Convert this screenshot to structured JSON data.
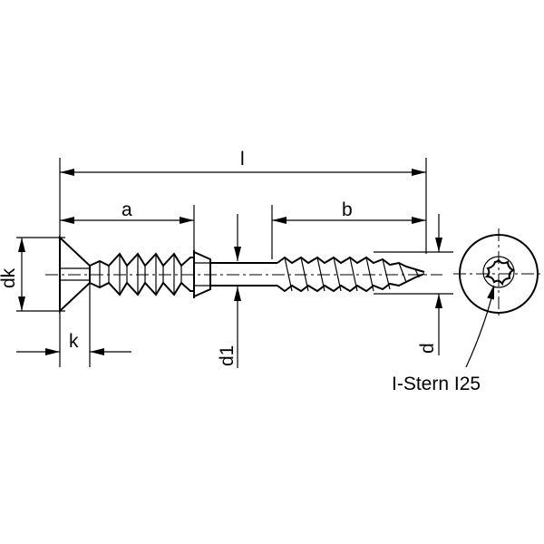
{
  "labels": {
    "l": "l",
    "a": "a",
    "b": "b",
    "dk": "dk",
    "k": "k",
    "d1": "d1",
    "d": "d",
    "drive": "I-Stern I25"
  },
  "icons": {
    "screw_side": "countersunk-screw-side-view",
    "screw_head_top": "torx-head-top-view"
  }
}
